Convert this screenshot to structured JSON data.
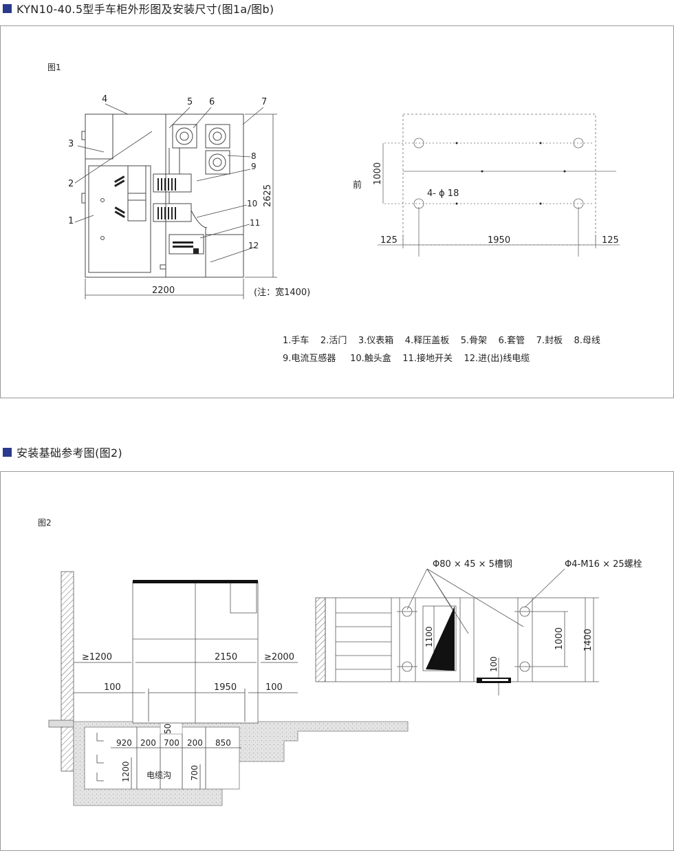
{
  "section1": {
    "title": "KYN10-40.5型手车柜外形图及安装尺寸(图1a/图b)",
    "fig_label": "图1",
    "callouts": [
      "1",
      "2",
      "3",
      "4",
      "5",
      "6",
      "7",
      "8",
      "9",
      "10",
      "11",
      "12"
    ],
    "dim_height": "2625",
    "dim_depth": "2200",
    "note": "(注：宽1400)",
    "plan": {
      "front": "前",
      "dim_1000": "1000",
      "holes": "4- ϕ 18",
      "dim_left": "125",
      "dim_mid": "1950",
      "dim_right": "125"
    },
    "legend_line1": "1.手车    2.活门    3.仪表箱    4.释压盖板    5.骨架    6.套管    7.封板    8.母线",
    "legend_line2": "9.电流互感器     10.触头盒    11.接地开关    12.进(出)线电缆"
  },
  "section2": {
    "title": "安装基础参考图(图2)",
    "fig_label": "图2",
    "dims": {
      "left_clear": "≥1200",
      "width_2150": "2150",
      "right_clear": "≥2000",
      "d100_left": "100",
      "d1950": "1950",
      "d100_right": "100",
      "d50": "50",
      "d920": "920",
      "d200a": "200",
      "d700": "700",
      "d200b": "200",
      "d850": "850",
      "d1200": "1200",
      "d700v": "700",
      "trench": "电缆沟"
    },
    "detail": {
      "channel_label": "Φ80 × 45 × 5槽钢",
      "bolt_label": "Φ4-M16 × 25螺栓",
      "d1100": "1100",
      "d100": "100",
      "d1000": "1000",
      "d1400": "1400"
    }
  }
}
